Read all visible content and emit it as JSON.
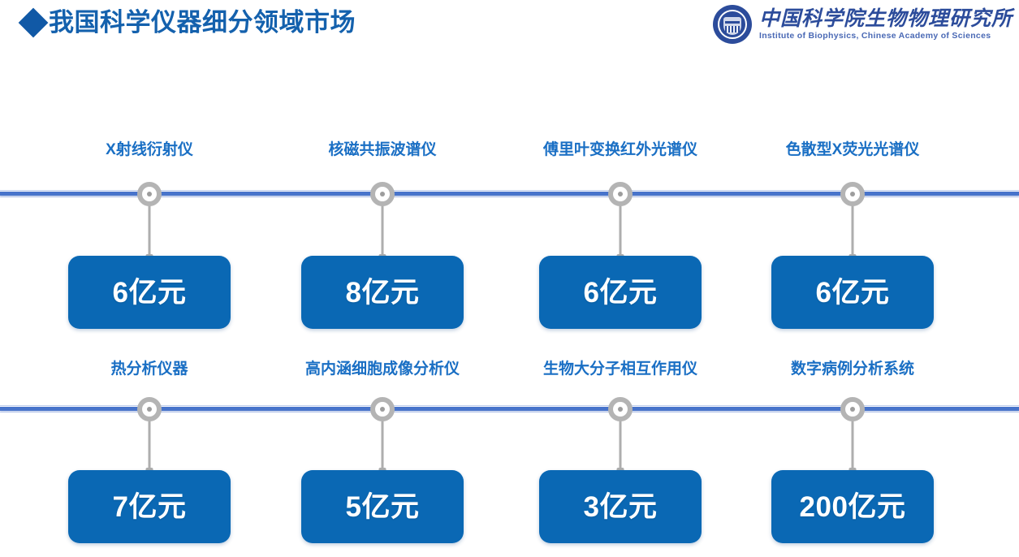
{
  "header": {
    "bullet_icon": "diamond-bullet",
    "title": "我国科学仪器细分领域市场",
    "title_color": "#1461ad",
    "logo": {
      "emblem_icon": "institute-seal-icon",
      "name_cn": "中国科学院生物物理研究所",
      "name_en": "Institute of Biophysics, Chinese Academy of Sciences",
      "color": "#2c4c9b"
    }
  },
  "theme": {
    "axis_line_color": "#4874cb",
    "box_fill": "#0a68b4",
    "box_text_color": "#ffffff",
    "label_color": "#1a6fc4",
    "marker_color": "#b4b4b4"
  },
  "chart_data": {
    "type": "table",
    "title": "我国科学仪器细分领域市场",
    "unit": "亿元",
    "categories": [
      "X射线衍射仪",
      "核磁共振波谱仪",
      "傅里叶变换红外光谱仪",
      "色散型X荧光光谱仪",
      "热分析仪器",
      "高内涵细胞成像分析仪",
      "生物大分子相互作用仪",
      "数字病例分析系统"
    ],
    "values": [
      6,
      8,
      6,
      6,
      7,
      5,
      3,
      200
    ],
    "value_labels": [
      "6亿元",
      "8亿元",
      "6亿元",
      "6亿元",
      "7亿元",
      "5亿元",
      "3亿元",
      "200亿元"
    ]
  },
  "rows": [
    {
      "row_index": 1,
      "nodes": [
        {
          "label": "X射线衍射仪",
          "value": "6亿元"
        },
        {
          "label": "核磁共振波谱仪",
          "value": "8亿元"
        },
        {
          "label": "傅里叶变换红外光谱仪",
          "value": "6亿元"
        },
        {
          "label": "色散型X荧光光谱仪",
          "value": "6亿元"
        }
      ]
    },
    {
      "row_index": 2,
      "nodes": [
        {
          "label": "热分析仪器",
          "value": "7亿元"
        },
        {
          "label": "高内涵细胞成像分析仪",
          "value": "5亿元"
        },
        {
          "label": "生物大分子相互作用仪",
          "value": "3亿元"
        },
        {
          "label": "数字病例分析系统",
          "value": "200亿元"
        }
      ]
    }
  ]
}
